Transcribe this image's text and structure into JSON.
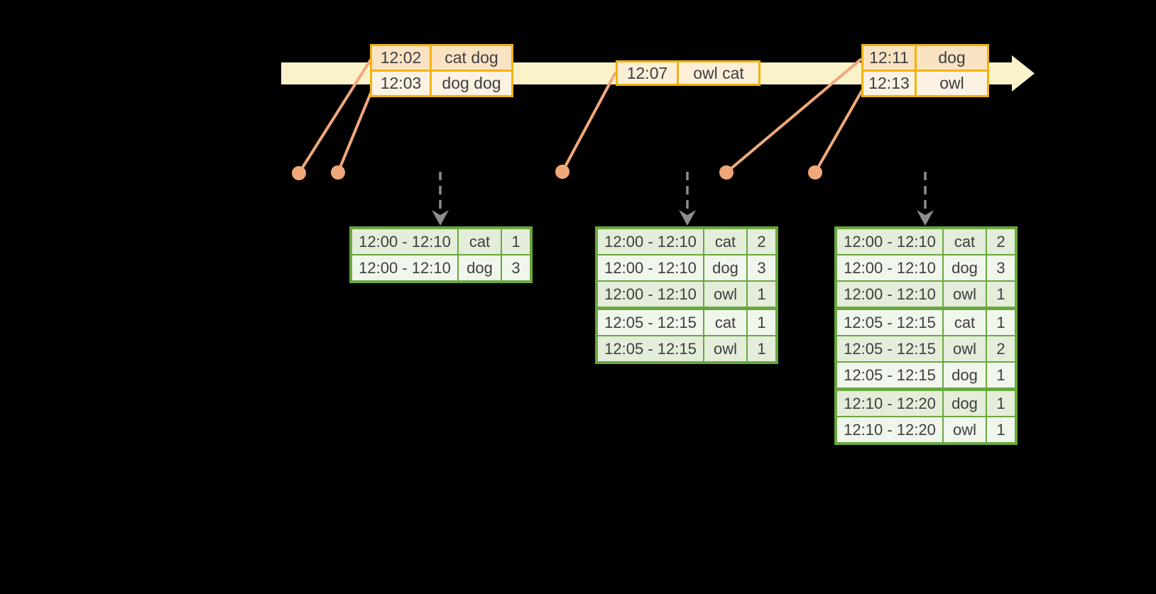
{
  "colors": {
    "background": "#000000",
    "timeline-fill": "#FBF2CA",
    "event-border": "#F0B30C",
    "event-row-dark": "#FAE3C3",
    "event-row-light": "#FCF2E3",
    "event-row-cream": "#FBEFD8",
    "connector-orange": "#F0A87A",
    "result-border": "#69A83E",
    "result-row-dark": "#E4EDDA",
    "result-row-light": "#F1F6EC",
    "trigger-arrow-gray": "#8E8E8E",
    "text": "#3E3E3E"
  },
  "timeline": {
    "event_tables": [
      {
        "rows": [
          {
            "time": "12:02",
            "words": "cat dog"
          },
          {
            "time": "12:03",
            "words": "dog dog"
          }
        ]
      },
      {
        "rows": [
          {
            "time": "12:07",
            "words": "owl cat"
          }
        ]
      },
      {
        "rows": [
          {
            "time": "12:11",
            "words": "dog"
          },
          {
            "time": "12:13",
            "words": "owl"
          }
        ]
      }
    ]
  },
  "result_tables": [
    {
      "rows": [
        {
          "window": "12:00 - 12:10",
          "word": "cat",
          "count": "1"
        },
        {
          "window": "12:00 - 12:10",
          "word": "dog",
          "count": "3"
        }
      ]
    },
    {
      "rows": [
        {
          "window": "12:00 - 12:10",
          "word": "cat",
          "count": "2"
        },
        {
          "window": "12:00 - 12:10",
          "word": "dog",
          "count": "3"
        },
        {
          "window": "12:00 - 12:10",
          "word": "owl",
          "count": "1"
        },
        {
          "window": "12:05 - 12:15",
          "word": "cat",
          "count": "1"
        },
        {
          "window": "12:05 - 12:15",
          "word": "owl",
          "count": "1"
        }
      ]
    },
    {
      "rows": [
        {
          "window": "12:00 - 12:10",
          "word": "cat",
          "count": "2"
        },
        {
          "window": "12:00 - 12:10",
          "word": "dog",
          "count": "3"
        },
        {
          "window": "12:00 - 12:10",
          "word": "owl",
          "count": "1"
        },
        {
          "window": "12:05 - 12:15",
          "word": "cat",
          "count": "1"
        },
        {
          "window": "12:05 - 12:15",
          "word": "owl",
          "count": "2"
        },
        {
          "window": "12:05 - 12:15",
          "word": "dog",
          "count": "1"
        },
        {
          "window": "12:10 - 12:20",
          "word": "dog",
          "count": "1"
        },
        {
          "window": "12:10 - 12:20",
          "word": "owl",
          "count": "1"
        }
      ]
    }
  ]
}
